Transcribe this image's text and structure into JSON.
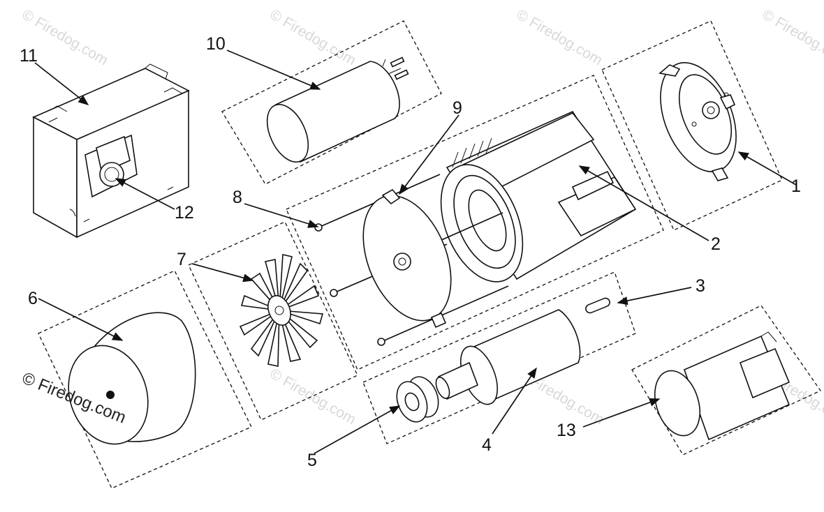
{
  "watermark": {
    "text": "© Firedog.com",
    "corner_text": "© Firedog.com"
  },
  "callouts": [
    "1",
    "2",
    "3",
    "4",
    "5",
    "6",
    "7",
    "8",
    "9",
    "10",
    "11",
    "12",
    "13"
  ],
  "colors": {
    "line": "#111111",
    "background": "#ffffff",
    "watermark": "#d8d8d8"
  }
}
